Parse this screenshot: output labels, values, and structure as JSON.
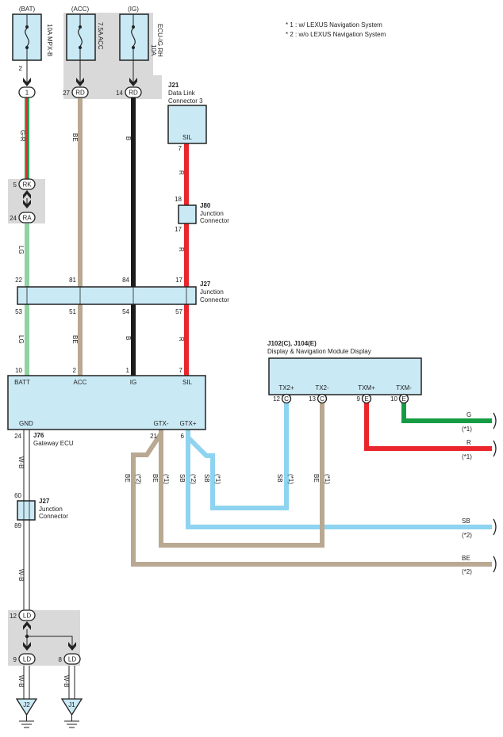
{
  "notes": [
    "* 1 : w/ LEXUS Navigation System",
    "* 2 : w/o LEXUS Navigation System"
  ],
  "sources": {
    "bat": "(BAT)",
    "acc": "(ACC)",
    "ig": "(IG)"
  },
  "fuses": {
    "mpxb": "10A MPX-B",
    "acc": "7.5A ACC",
    "ecuig_1": "10A",
    "ecuig_2": "ECU-IG RH"
  },
  "pins": {
    "bat_fuse_out": "2",
    "c1": "1",
    "rd27": "27",
    "rd_code": "RD",
    "rd14": "14",
    "rk5": "5",
    "rk_code": "RK",
    "ra24": "24",
    "ra_code": "RA",
    "j21_pin": "7",
    "j80_top": "18",
    "j80_bot": "17",
    "j27_top_22": "22",
    "j27_top_81": "81",
    "j27_top_84": "84",
    "j27_top_17": "17",
    "j27_bot_53": "53",
    "j27_bot_51": "51",
    "j27_bot_54": "54",
    "j27_bot_57": "57",
    "ecu_10": "10",
    "ecu_2": "2",
    "ecu_1": "1",
    "ecu_7": "7",
    "ecu_24": "24",
    "ecu_21": "21",
    "ecu_6": "6",
    "j27b_60": "60",
    "j27b_89": "89",
    "ld12": "12",
    "ld_code": "LD",
    "ld9": "9",
    "ld8": "8",
    "d12": "12",
    "d13": "13",
    "d9": "9",
    "d10": "10",
    "c_code": "C",
    "e_code": "E"
  },
  "wires": {
    "gr": "G-R",
    "be": "BE",
    "b": "B",
    "r": "R",
    "lg": "LG",
    "wb": "W-B",
    "sb": "SB",
    "g": "G"
  },
  "variant": {
    "v1": "(*1)",
    "v2": "(*2)"
  },
  "j21": {
    "id": "J21",
    "name1": "Data Link",
    "name2": "Connector 3",
    "term": "SIL"
  },
  "j80": {
    "id": "J80",
    "name1": "Junction",
    "name2": "Connector"
  },
  "j27": {
    "id": "J27",
    "name1": "Junction",
    "name2": "Connector"
  },
  "j76": {
    "id": "J76",
    "name": "Gateway ECU",
    "batt": "BATT",
    "acc": "ACC",
    "ig": "IG",
    "sil": "SIL",
    "gnd": "GND",
    "gtxm": "GTX-",
    "gtxp": "GTX+"
  },
  "display": {
    "id": "J102(C), J104(E)",
    "name": "Display & Navigation Module Display",
    "tx2p": "TX2+",
    "tx2m": "TX2-",
    "txmp": "TXM+",
    "txmm": "TXM-"
  },
  "grounds": {
    "j2": "J2",
    "j1": "J1"
  },
  "colors": {
    "box": "#c9e9f5",
    "gray": "#d9d9d9",
    "be": "#b9a892",
    "red": "#e8262b",
    "lg": "#8fd3a2",
    "sb": "#8ed4f0",
    "green": "#169b45",
    "black": "#1c1c1c"
  }
}
